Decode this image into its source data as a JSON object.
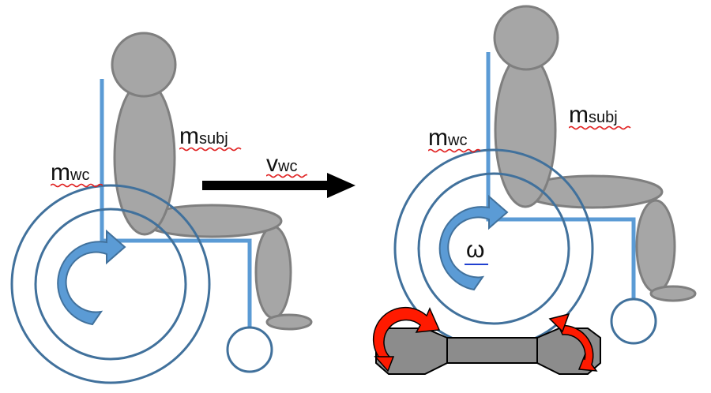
{
  "labels": {
    "m_wc_left": {
      "base": "m",
      "sub": "wc"
    },
    "m_subj_left": {
      "base": "m",
      "sub": "subj"
    },
    "v_wc": {
      "base": "v",
      "sub": "wc"
    },
    "m_wc_right": {
      "base": "m",
      "sub": "wc"
    },
    "m_subj_right": {
      "base": "m",
      "sub": "subj"
    },
    "omega": "ω"
  },
  "colors": {
    "body_gray": "#a6a6a6",
    "body_stroke": "#7f7f7f",
    "frame_blue": "#5b9bd5",
    "wheel_ring": "#41719c",
    "arrow_black": "#000000",
    "roller_red": "#ff1a00",
    "squiggle_red": "#e02020",
    "squiggle_blue": "#2040d0"
  }
}
